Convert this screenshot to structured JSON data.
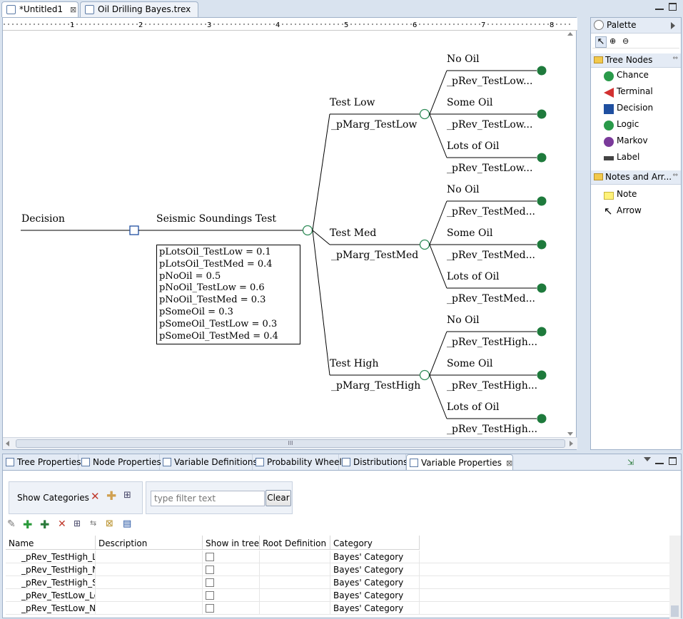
{
  "editor_tabs": [
    {
      "label": "*Untitled1",
      "close": "⊠"
    },
    {
      "label": "Oil Drilling Bayes.trex"
    }
  ],
  "ruler": {
    "marks": [
      "1",
      "2",
      "3",
      "4",
      "5",
      "6",
      "7",
      "8"
    ]
  },
  "tree": {
    "root": {
      "label": "Decision"
    },
    "chance": {
      "label": "Seismic Soundings Test"
    },
    "definitions": [
      "pLotsOil_TestLow = 0.1",
      "pLotsOil_TestMed = 0.4",
      "pNoOil = 0.5",
      "pNoOil_TestLow = 0.6",
      "pNoOil_TestMed = 0.3",
      "pSomeOil = 0.3",
      "pSomeOil_TestLow = 0.3",
      "pSomeOil_TestMed = 0.4"
    ],
    "branches": [
      {
        "label": "Test Low",
        "prob": "_pMarg_TestLow",
        "outcomes": [
          {
            "label": "No Oil",
            "prob": "_pRev_TestLow..."
          },
          {
            "label": "Some Oil",
            "prob": "_pRev_TestLow..."
          },
          {
            "label": "Lots of Oil",
            "prob": "_pRev_TestLow..."
          }
        ]
      },
      {
        "label": "Test Med",
        "prob": "_pMarg_TestMed",
        "outcomes": [
          {
            "label": "No Oil",
            "prob": "_pRev_TestMed..."
          },
          {
            "label": "Some Oil",
            "prob": "_pRev_TestMed..."
          },
          {
            "label": "Lots of Oil",
            "prob": "_pRev_TestMed..."
          }
        ]
      },
      {
        "label": "Test High",
        "prob": "_pMarg_TestHigh",
        "outcomes": [
          {
            "label": "No Oil",
            "prob": "_pRev_TestHigh..."
          },
          {
            "label": "Some Oil",
            "prob": "_pRev_TestHigh..."
          },
          {
            "label": "Lots of Oil",
            "prob": "_pRev_TestHigh..."
          }
        ]
      }
    ],
    "hscroll_grip": "III"
  },
  "palette": {
    "title": "Palette",
    "tree_nodes_header": "Tree Nodes",
    "tree_nodes": [
      {
        "label": "Chance",
        "icon": "chance-icon",
        "color": "#2a9a4a"
      },
      {
        "label": "Terminal",
        "icon": "terminal-icon",
        "color": "#d23030"
      },
      {
        "label": "Decision",
        "icon": "decision-icon",
        "color": "#1f4fa0"
      },
      {
        "label": "Logic",
        "icon": "logic-icon",
        "color": "#2a9a4a"
      },
      {
        "label": "Markov",
        "icon": "markov-icon",
        "color": "#7a3a9a"
      },
      {
        "label": "Label",
        "icon": "label-icon",
        "color": "#444444"
      }
    ],
    "notes_header": "Notes and Arr...",
    "notes": [
      {
        "label": "Note",
        "icon": "note-icon"
      },
      {
        "label": "Arrow",
        "icon": "arrow-icon"
      }
    ]
  },
  "bottom_tabs": [
    {
      "label": "Tree Properties"
    },
    {
      "label": "Node Properties"
    },
    {
      "label": "Variable Definitions"
    },
    {
      "label": "Probability Wheel"
    },
    {
      "label": "Distributions"
    },
    {
      "label": "Variable Properties",
      "close": "⊠"
    }
  ],
  "variable_properties": {
    "show_categories": "Show Categories",
    "filter_placeholder": "type filter text",
    "clear": "Clear",
    "columns": [
      "Name",
      "Description",
      "Show in tree",
      "Root Definition",
      "Category"
    ],
    "rows": [
      {
        "name": "_pRev_TestHigh_Lo",
        "description": "",
        "root": "",
        "category": "Bayes' Category"
      },
      {
        "name": "_pRev_TestHigh_No",
        "description": "",
        "root": "",
        "category": "Bayes' Category"
      },
      {
        "name": "_pRev_TestHigh_So",
        "description": "",
        "root": "",
        "category": "Bayes' Category"
      },
      {
        "name": "_pRev_TestLow_Lot",
        "description": "",
        "root": "",
        "category": "Bayes' Category"
      },
      {
        "name": "_pRev_TestLow_No",
        "description": "",
        "root": "",
        "category": "Bayes' Category"
      }
    ]
  },
  "colors": {
    "chance_node": "#2e8b57",
    "terminal_node": "#1e7a3c",
    "decision_node": "#1f4fa0"
  }
}
